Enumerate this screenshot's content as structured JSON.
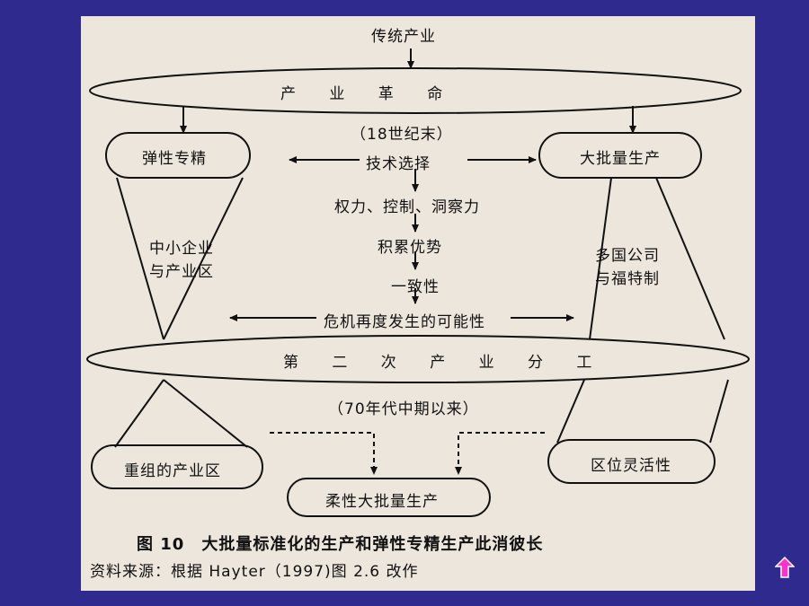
{
  "diagram": {
    "nodes": {
      "traditional_industry": "传统产业",
      "industrial_revolution": "产 业 革 命",
      "late_18th_century": "（18世纪末）",
      "flexible_specialization": "弹性专精",
      "mass_production": "大批量生产",
      "technology_choice": "技术选择",
      "power_control_insight": "权力、控制、洞察力",
      "accumulated_advantage": "积累优势",
      "sme_industrial_district": "中小企业\n与产业区",
      "multinational_fordism": "多国公司\n与福特制",
      "consistency": "一致性",
      "crisis_recurrence": "危机再度发生的可能性",
      "second_division": "第 二 次 产 业 分 工",
      "since_mid_70s": "（70年代中期以来）",
      "restructured_district": "重组的产业区",
      "flexible_mass_production": "柔性大批量生产",
      "locational_flexibility": "区位灵活性"
    },
    "caption": "图 10　大批量标准化的生产和弹性专精生产此消彼长",
    "source": "资料来源：根据 Hayter（1997)图 2.6 改作"
  },
  "colors": {
    "slide_background": "#2e2a8e",
    "paper": "#ece6dc",
    "ink": "#111111",
    "nav_arrow": "#ff33cc"
  },
  "nav": {
    "icon": "up-arrow-icon"
  }
}
